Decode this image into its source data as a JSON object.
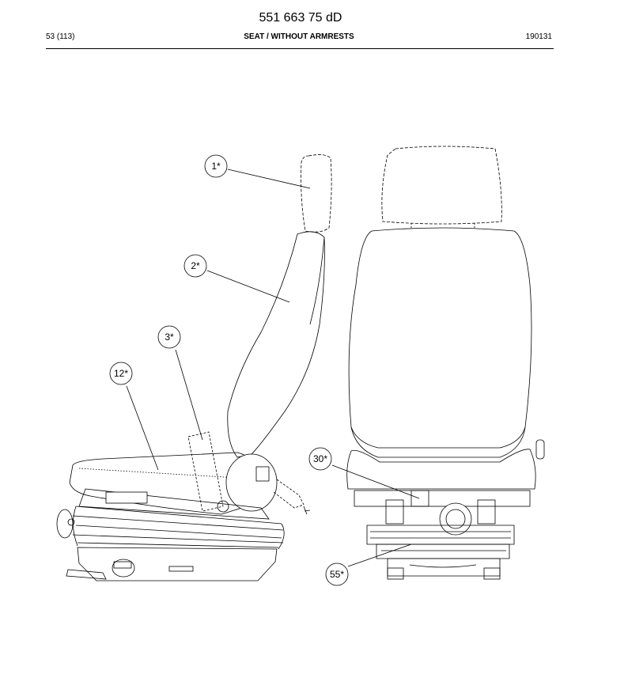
{
  "header": {
    "doc_number": "551 663 75 dD",
    "page_ref": "53 (113)",
    "title": "SEAT / WITHOUT ARMRESTS",
    "date_code": "190131"
  },
  "callouts": [
    {
      "id": "c1",
      "label": "1*"
    },
    {
      "id": "c2",
      "label": "2*"
    },
    {
      "id": "c3",
      "label": "3*"
    },
    {
      "id": "c12",
      "label": "12*"
    },
    {
      "id": "c30",
      "label": "30*"
    },
    {
      "id": "c55",
      "label": "55*"
    }
  ],
  "colors": {
    "line": "#000000",
    "fill": "#ffffff"
  }
}
